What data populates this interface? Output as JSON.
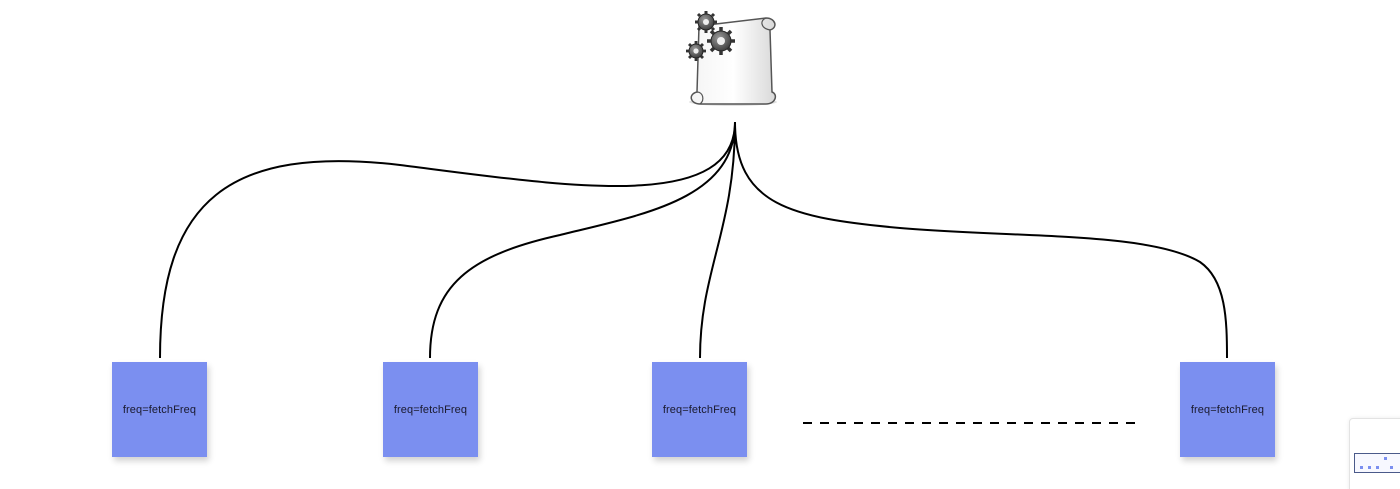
{
  "diagram": {
    "root": {
      "icon": "script-gears-icon"
    },
    "nodes": [
      {
        "id": "note-1",
        "label": "freq=fetchFreq"
      },
      {
        "id": "note-2",
        "label": "freq=fetchFreq"
      },
      {
        "id": "note-3",
        "label": "freq=fetchFreq"
      },
      {
        "id": "note-4",
        "label": "freq=fetchFreq"
      }
    ],
    "edges": [
      {
        "from": "root",
        "to": "note-1"
      },
      {
        "from": "root",
        "to": "note-2"
      },
      {
        "from": "root",
        "to": "note-3"
      },
      {
        "from": "root",
        "to": "note-4"
      }
    ],
    "ellipsis": {
      "style": "dashed"
    }
  },
  "colors": {
    "note_fill": "#7b8ff0",
    "edge": "#000000",
    "background": "#ffffff"
  },
  "minimap": {
    "icon": "minimap-icon"
  }
}
